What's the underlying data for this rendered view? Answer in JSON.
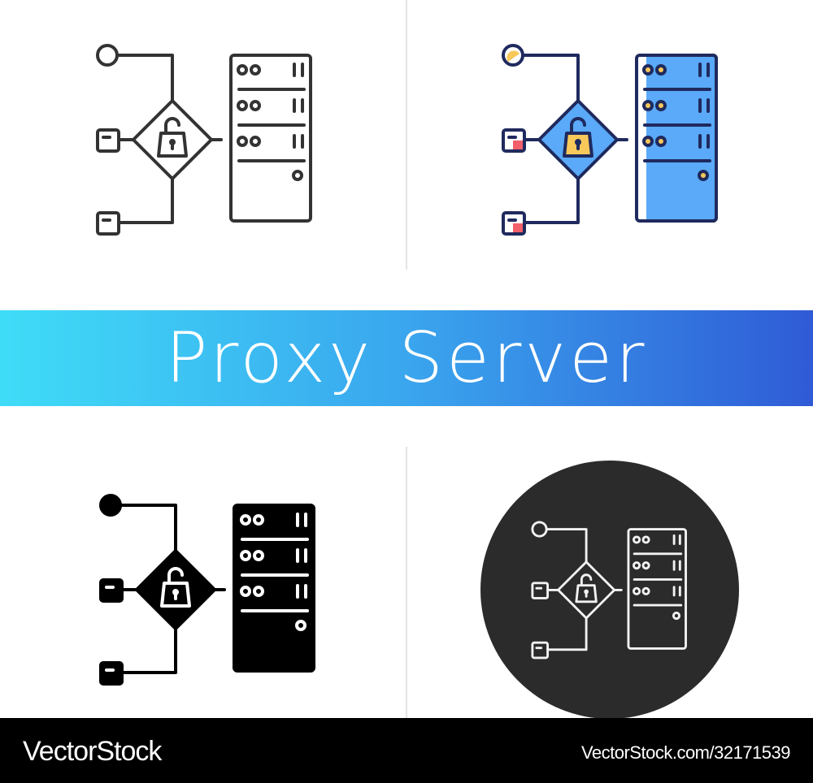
{
  "title": "Proxy Server",
  "footer": {
    "brand": "VectorStock",
    "url": "VectorStock.com/32171539"
  },
  "icons": [
    {
      "name": "proxy-server-outline-icon",
      "style": "outline"
    },
    {
      "name": "proxy-server-color-icon",
      "style": "color"
    },
    {
      "name": "proxy-server-glyph-icon",
      "style": "glyph"
    },
    {
      "name": "proxy-server-chalk-icon",
      "style": "chalk"
    }
  ],
  "colors": {
    "outline": "#333333",
    "navy": "#1f2a5e",
    "blue": "#5aaaf9",
    "yellow": "#f8c95a",
    "red": "#f2606a",
    "chalk_bg": "#2b2b2b",
    "banner_start": "#3fdcf7",
    "banner_end": "#2f5bd6"
  }
}
